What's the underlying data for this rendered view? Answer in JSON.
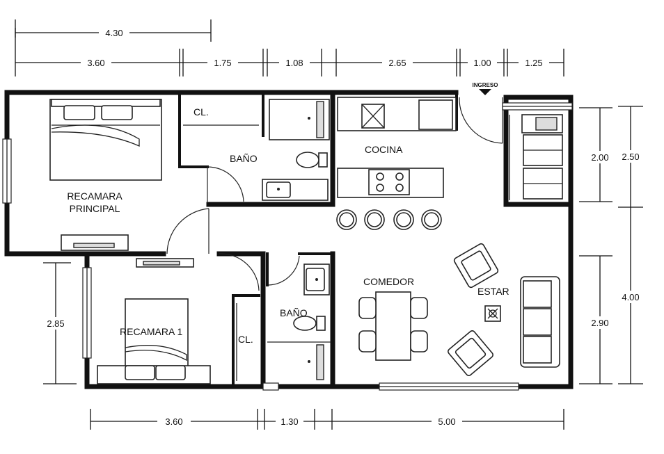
{
  "rooms": {
    "recamara_principal_1": "RECAMARA",
    "recamara_principal_2": "PRINCIPAL",
    "closet_top": "CL.",
    "bano_top": "BAÑO",
    "cocina": "COCINA",
    "comedor": "COMEDOR",
    "estar": "ESTAR",
    "bano_bottom": "BAÑO",
    "recamara_1": "RECAMARA 1",
    "closet_bottom": "CL."
  },
  "entrance_label": "INGRESO",
  "dimensions": {
    "top_overall": "4.30",
    "top_segments": [
      "3.60",
      "1.75",
      "1.08",
      "2.65",
      "1.00",
      "1.25"
    ],
    "bottom_segments": [
      "3.60",
      "1.30",
      "5.00"
    ],
    "right_inner": [
      "2.00",
      "2.90"
    ],
    "right_outer": [
      "2.50",
      "4.00"
    ],
    "left": "2.85"
  }
}
